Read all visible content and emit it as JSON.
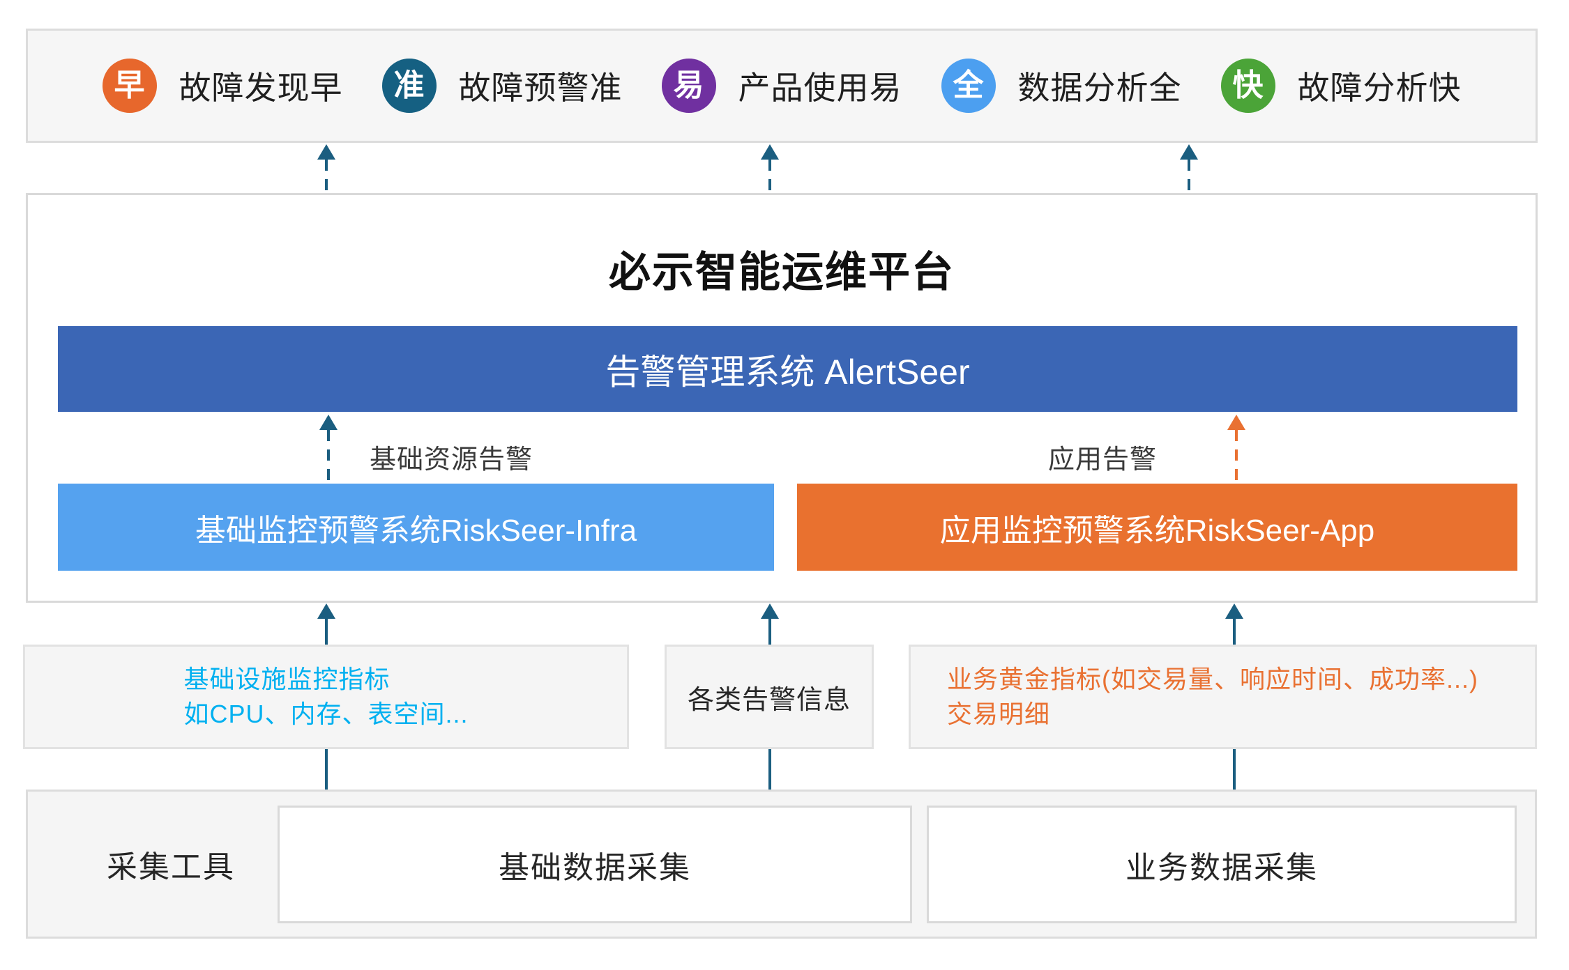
{
  "features": {
    "items": [
      {
        "badge": "早",
        "label": "故障发现早",
        "color": "#E7672C"
      },
      {
        "badge": "准",
        "label": "故障预警准",
        "color": "#156082"
      },
      {
        "badge": "易",
        "label": "产品使用易",
        "color": "#7030A0"
      },
      {
        "badge": "全",
        "label": "数据分析全",
        "color": "#4C9FF0"
      },
      {
        "badge": "快",
        "label": "故障分析快",
        "color": "#4BA438"
      }
    ]
  },
  "platform": {
    "title": "必示智能运维平台",
    "alert_system": "告警管理系统 AlertSeer",
    "infra_system": "基础监控预警系统RiskSeer-Infra",
    "app_system": "应用监控预警系统RiskSeer-App",
    "infra_alert_label": "基础资源告警",
    "app_alert_label": "应用告警"
  },
  "data_sources": {
    "infra_metrics_line1": "基础设施监控指标",
    "infra_metrics_line2": "如CPU、内存、表空间...",
    "alerts_info": "各类告警信息",
    "business_line1": "业务黄金指标(如交易量、响应时间、成功率...)",
    "business_line2": "交易明细"
  },
  "collection": {
    "label": "采集工具",
    "basic": "基础数据采集",
    "business": "业务数据采集"
  },
  "colors": {
    "teal_arrow": "#1B5E80",
    "orange_arrow": "#E97132",
    "alertseer_blue": "#3B66B5",
    "infra_blue": "#55A2EF",
    "app_orange": "#E9712F",
    "cyan_text": "#00B0F0",
    "orange_text": "#E97132"
  }
}
